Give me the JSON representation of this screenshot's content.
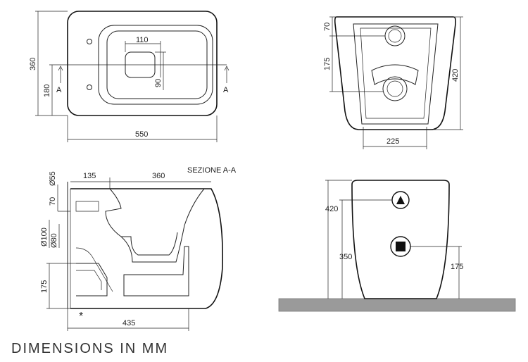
{
  "top_view": {
    "dim_110": "110",
    "dim_90": "90",
    "dim_360": "360",
    "dim_180": "180",
    "dim_550": "550",
    "section_mark_left": "A",
    "section_mark_right": "A"
  },
  "rear_view": {
    "dim_70": "70",
    "dim_175": "175",
    "dim_420": "420",
    "dim_225": "225"
  },
  "section_view": {
    "title": "SEZIONE A-A",
    "dim_135": "135",
    "dim_360": "360",
    "dim_55": "Ø55",
    "dim_70": "70",
    "dim_100": "Ø100",
    "dim_80": "Ø80",
    "dim_175": "175",
    "dim_435": "435",
    "asterisk": "*"
  },
  "front_view": {
    "dim_420": "420",
    "dim_350": "350",
    "dim_175": "175"
  },
  "footer": {
    "title": "DIMENSIONS IN MM"
  }
}
